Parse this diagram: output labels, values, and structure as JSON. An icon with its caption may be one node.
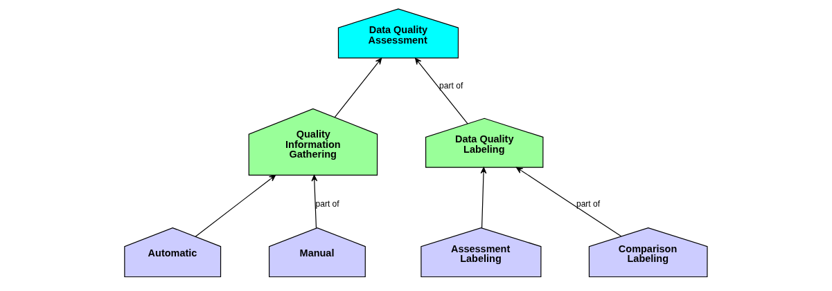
{
  "diagram": {
    "nodes": [
      {
        "text": [
          "Data Quality Assessment"
        ]
      },
      {
        "text": [
          "Quality Information Gathering"
        ]
      },
      {
        "text": [
          "Data Quality Labeling"
        ]
      },
      {
        "text": [
          "Automatic"
        ]
      },
      {
        "text": [
          "Manual"
        ]
      },
      {
        "text": [
          "Assessment Labeling"
        ]
      },
      {
        "text": [
          "Comparison Labeling"
        ]
      }
    ],
    "edges": [
      {
        "from": 1,
        "to": 0,
        "arrow": "to"
      },
      {
        "from": 2,
        "to": 0,
        "arrow": "to",
        "label": "part of"
      },
      {
        "from": 3,
        "to": 1,
        "arrow": "to"
      },
      {
        "from": 4,
        "to": 1,
        "arrow": "to",
        "label": "part of"
      },
      {
        "from": 5,
        "to": 2,
        "arrow": "to"
      },
      {
        "from": 6,
        "to": 2,
        "arrow": "to",
        "label": "part of"
      }
    ]
  }
}
